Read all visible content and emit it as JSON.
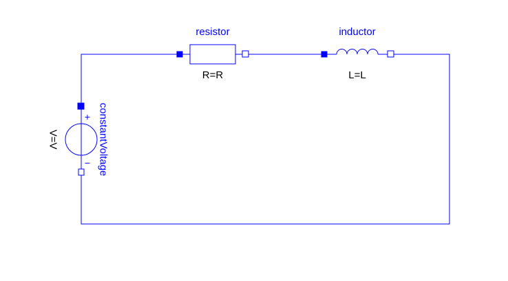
{
  "diagram": {
    "colors": {
      "wire": "#0000ff",
      "param_text": "#000000",
      "background": "#ffffff"
    },
    "components": {
      "resistor": {
        "name": "resistor",
        "parameter": "R=R",
        "icon": "resistor-icon"
      },
      "inductor": {
        "name": "inductor",
        "parameter": "L=L",
        "icon": "inductor-icon"
      },
      "source": {
        "name": "constantVoltage",
        "parameter": "V=V",
        "plus_sign": "+",
        "minus_sign": "−",
        "icon": "voltage-source-icon"
      }
    }
  }
}
